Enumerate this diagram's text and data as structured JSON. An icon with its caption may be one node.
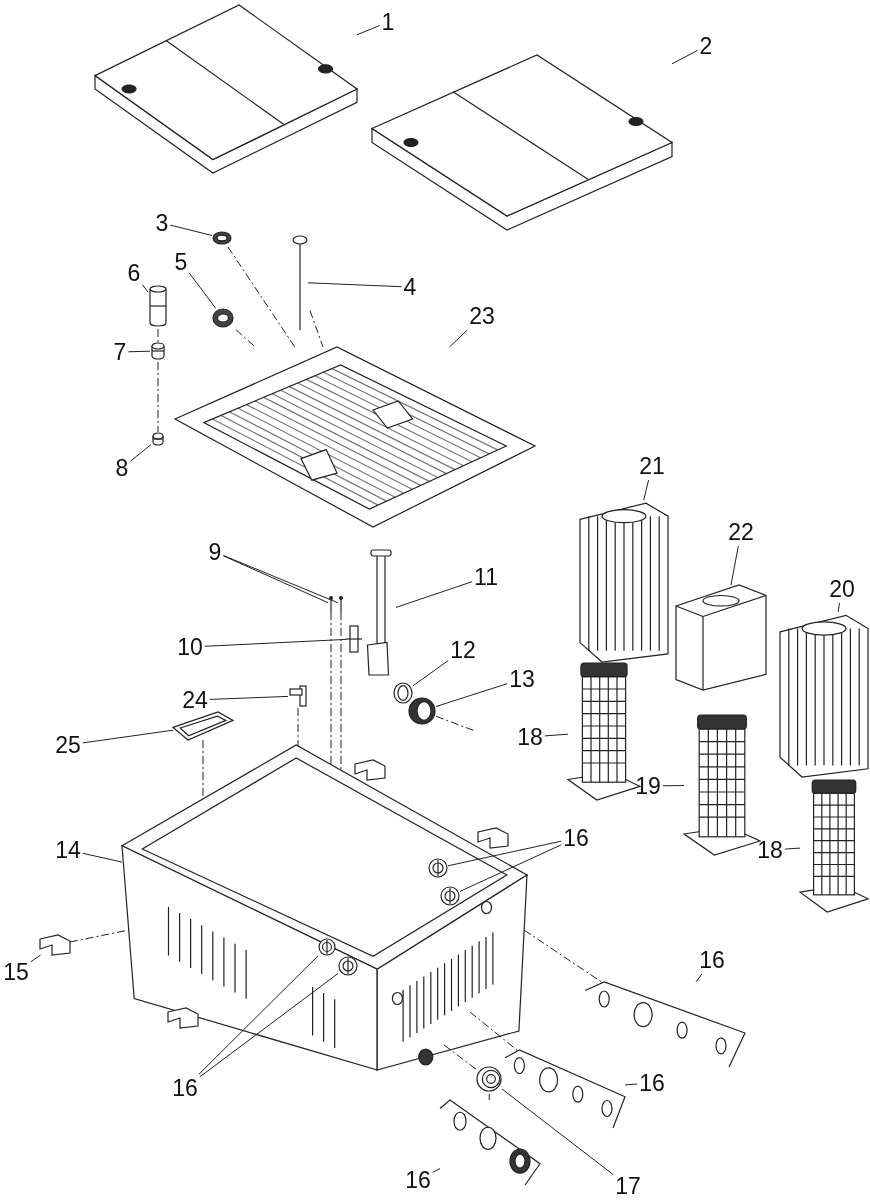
{
  "diagram": {
    "nodes": [
      {
        "text": [
          "1"
        ]
      },
      {
        "text": [],
        "shape": "picture"
      },
      {
        "text": [
          "2"
        ]
      },
      {
        "text": [],
        "shape": "picture"
      },
      {
        "text": [
          "3"
        ]
      },
      {
        "text": [],
        "shape": "picture"
      },
      {
        "text": [
          "4"
        ]
      },
      {
        "text": [],
        "shape": "picture"
      },
      {
        "text": [
          "5"
        ]
      },
      {
        "text": [],
        "shape": "picture"
      },
      {
        "text": [
          "6"
        ]
      },
      {
        "text": [],
        "shape": "cylinder"
      },
      {
        "text": [
          "7"
        ]
      },
      {
        "text": [],
        "shape": "cylinder"
      },
      {
        "text": [
          "8"
        ]
      },
      {
        "text": [],
        "shape": "cylinder"
      },
      {
        "text": [
          "23"
        ]
      },
      {
        "text": [],
        "shape": "picture"
      },
      {
        "text": [
          "9"
        ]
      },
      {
        "text": [],
        "shape": "picture"
      },
      {
        "text": [],
        "shape": "picture"
      },
      {
        "text": [
          "11"
        ]
      },
      {
        "text": [],
        "shape": "picture"
      },
      {
        "text": [
          "10"
        ]
      },
      {
        "text": [],
        "shape": "box"
      },
      {
        "text": [
          "21"
        ]
      },
      {
        "text": [],
        "shape": "picture"
      },
      {
        "text": [
          "22"
        ]
      },
      {
        "text": [],
        "shape": "picture"
      },
      {
        "text": [
          "12"
        ]
      },
      {
        "text": [],
        "shape": "picture"
      },
      {
        "text": [
          "13"
        ]
      },
      {
        "text": [],
        "shape": "picture"
      },
      {
        "text": [
          "20"
        ]
      },
      {
        "text": [],
        "shape": "picture"
      },
      {
        "text": [
          "24"
        ]
      },
      {
        "text": [],
        "shape": "picture"
      },
      {
        "text": [
          "18"
        ]
      },
      {
        "text": [],
        "shape": "picture"
      },
      {
        "text": [
          "25"
        ]
      },
      {
        "text": [],
        "shape": "picture"
      },
      {
        "text": [
          "19"
        ]
      },
      {
        "text": [],
        "shape": "picture"
      },
      {
        "text": [
          "14"
        ]
      },
      {
        "text": [],
        "shape": "picture"
      },
      {
        "text": [
          "16"
        ]
      },
      {
        "text": [],
        "shape": "picture",
        "in": 44
      },
      {
        "text": [],
        "shape": "picture",
        "in": 44
      },
      {
        "text": [
          "18"
        ]
      },
      {
        "text": [],
        "shape": "picture"
      },
      {
        "text": [
          "15"
        ]
      },
      {
        "text": [],
        "shape": "picture"
      },
      {
        "text": [
          "16"
        ]
      },
      {
        "text": [],
        "shape": "picture"
      },
      {
        "text": [
          "16"
        ]
      },
      {
        "text": [],
        "shape": "picture",
        "in": 44
      },
      {
        "text": [],
        "shape": "picture",
        "in": 44
      },
      {
        "text": [
          "16"
        ]
      },
      {
        "text": [],
        "shape": "picture"
      },
      {
        "text": [
          "17"
        ]
      },
      {
        "text": [],
        "shape": "picture"
      },
      {
        "text": [
          "16"
        ]
      },
      {
        "text": [],
        "shape": "picture"
      }
    ],
    "edges": [
      {
        "from": 0,
        "to": 1,
        "arrow": "none"
      },
      {
        "from": 2,
        "to": 3,
        "arrow": "none"
      },
      {
        "from": 4,
        "to": 5,
        "arrow": "none"
      },
      {
        "from": 6,
        "to": 7,
        "arrow": "none"
      },
      {
        "from": 8,
        "to": 9,
        "arrow": "none"
      },
      {
        "from": 10,
        "to": 11,
        "arrow": "none"
      },
      {
        "from": 12,
        "to": 13,
        "arrow": "none"
      },
      {
        "from": 14,
        "to": 15,
        "arrow": "none"
      },
      {
        "from": 16,
        "to": 17,
        "arrow": "none"
      },
      {
        "from": 18,
        "to": 19,
        "arrow": "none"
      },
      {
        "from": 18,
        "to": 20,
        "arrow": "none"
      },
      {
        "from": 21,
        "to": 22,
        "arrow": "none"
      },
      {
        "from": 23,
        "to": 24,
        "arrow": "none"
      },
      {
        "from": 25,
        "to": 26,
        "arrow": "none"
      },
      {
        "from": 27,
        "to": 28,
        "arrow": "none"
      },
      {
        "from": 29,
        "to": 30,
        "arrow": "none"
      },
      {
        "from": 31,
        "to": 32,
        "arrow": "none"
      },
      {
        "from": 33,
        "to": 34,
        "arrow": "none"
      },
      {
        "from": 35,
        "to": 36,
        "arrow": "none"
      },
      {
        "from": 37,
        "to": 38,
        "arrow": "none"
      },
      {
        "from": 39,
        "to": 40,
        "arrow": "none"
      },
      {
        "from": 41,
        "to": 42,
        "arrow": "none"
      },
      {
        "from": 43,
        "to": 44,
        "arrow": "none"
      },
      {
        "from": 45,
        "to": 46,
        "arrow": "none"
      },
      {
        "from": 45,
        "to": 47,
        "arrow": "none"
      },
      {
        "from": 48,
        "to": 49,
        "arrow": "none"
      },
      {
        "from": 50,
        "to": 51,
        "arrow": "none"
      },
      {
        "from": 52,
        "to": 53,
        "arrow": "none"
      },
      {
        "from": 54,
        "to": 55,
        "arrow": "none"
      },
      {
        "from": 54,
        "to": 56,
        "arrow": "none"
      },
      {
        "from": 57,
        "to": 58,
        "arrow": "none"
      },
      {
        "from": 59,
        "to": 60,
        "arrow": "none"
      },
      {
        "from": 61,
        "to": 62,
        "arrow": "none"
      },
      {
        "from": 5,
        "to": 17,
        "arrow": "none",
        "style": "dashed"
      },
      {
        "from": 9,
        "to": 17,
        "arrow": "none",
        "style": "dashed"
      },
      {
        "from": 7,
        "to": 17,
        "arrow": "none",
        "style": "dashed"
      },
      {
        "from": 11,
        "to": 13,
        "arrow": "none",
        "style": "dashed"
      },
      {
        "from": 13,
        "to": 15,
        "arrow": "none",
        "style": "dashed"
      },
      {
        "from": 19,
        "to": 44,
        "arrow": "none",
        "style": "dashed"
      },
      {
        "from": 20,
        "to": 44,
        "arrow": "none",
        "style": "dashed"
      },
      {
        "from": 36,
        "to": 44,
        "arrow": "none",
        "style": "dashed"
      },
      {
        "from": 40,
        "to": 44,
        "arrow": "none",
        "style": "dashed"
      },
      {
        "from": 51,
        "to": 44,
        "arrow": "none",
        "style": "dashed"
      },
      {
        "from": 44,
        "to": 53,
        "arrow": "none",
        "style": "dashed"
      },
      {
        "from": 44,
        "to": 58,
        "arrow": "none",
        "style": "dashed"
      },
      {
        "from": 44,
        "to": 60,
        "arrow": "none",
        "style": "dashed"
      },
      {
        "from": 60,
        "to": 62,
        "arrow": "none",
        "style": "dashed"
      },
      {
        "from": 32,
        "to": null,
        "arrow": "none",
        "style": "dashed"
      }
    ]
  }
}
